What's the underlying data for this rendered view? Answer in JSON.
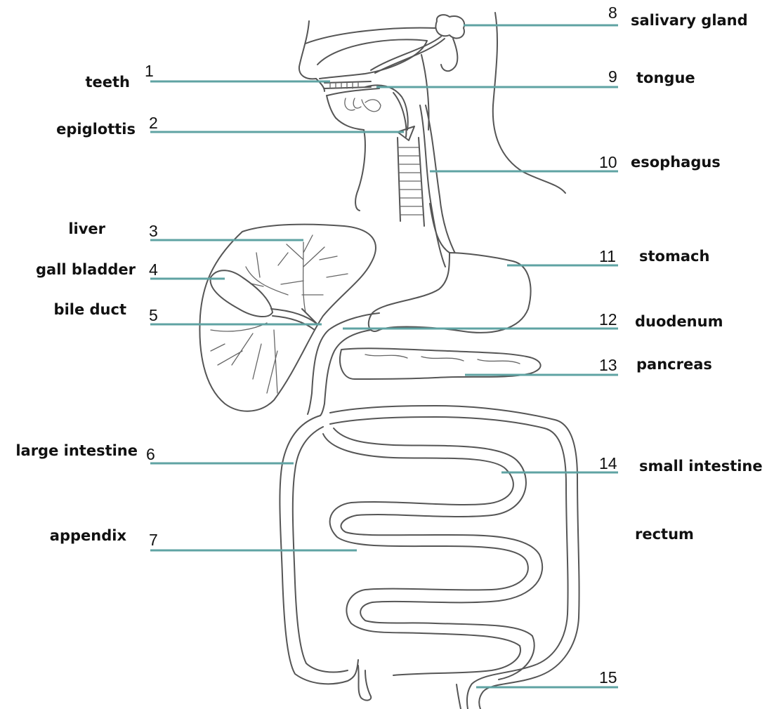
{
  "diagram": {
    "labels": [
      {
        "number": "1",
        "text": "teeth"
      },
      {
        "number": "2",
        "text": "epiglottis"
      },
      {
        "number": "3",
        "text": "liver"
      },
      {
        "number": "4",
        "text": "gall bladder"
      },
      {
        "number": "5",
        "text": "bile duct"
      },
      {
        "number": "6",
        "text": "large intestine"
      },
      {
        "number": "7",
        "text": "appendix"
      },
      {
        "number": "8",
        "text": "salivary gland"
      },
      {
        "number": "9",
        "text": "tongue"
      },
      {
        "number": "10",
        "text": "esophagus"
      },
      {
        "number": "11",
        "text": "stomach"
      },
      {
        "number": "12",
        "text": "duodenum"
      },
      {
        "number": "13",
        "text": "pancreas"
      },
      {
        "number": "14",
        "text": "small intestine"
      },
      {
        "number": "15",
        "text": "rectum"
      }
    ],
    "colors": {
      "leader_line": "#5fa3a3",
      "outline": "#555555",
      "text": "#111111"
    }
  }
}
